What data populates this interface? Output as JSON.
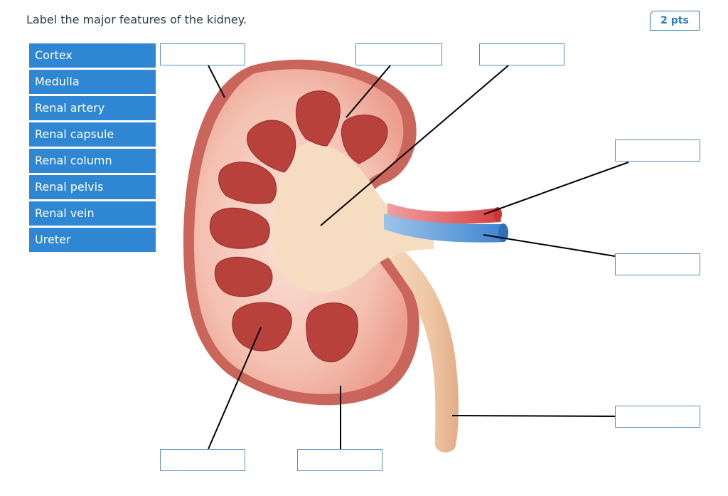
{
  "question": {
    "text": "Label the major features of the kidney."
  },
  "points": {
    "text": "2 pts"
  },
  "labels": [
    "Cortex",
    "Medulla",
    "Renal artery",
    "Renal capsule",
    "Renal column",
    "Renal pelvis",
    "Renal vein",
    "Ureter"
  ],
  "drop_targets": [
    {
      "name": "drop-target-capsule"
    },
    {
      "name": "drop-target-column"
    },
    {
      "name": "drop-target-pelvis"
    },
    {
      "name": "drop-target-artery"
    },
    {
      "name": "drop-target-vein"
    },
    {
      "name": "drop-target-ureter"
    },
    {
      "name": "drop-target-medulla"
    },
    {
      "name": "drop-target-cortex"
    }
  ],
  "colors": {
    "chip": "#2f86d2",
    "capsule": "#c9655b",
    "cortex": "#f2b7aa",
    "pyramid": "#b8413c",
    "pelvis": "#f6dcc0",
    "artery": "#d84a4a",
    "vein": "#4a90d6",
    "ureter": "#efc9a8"
  }
}
